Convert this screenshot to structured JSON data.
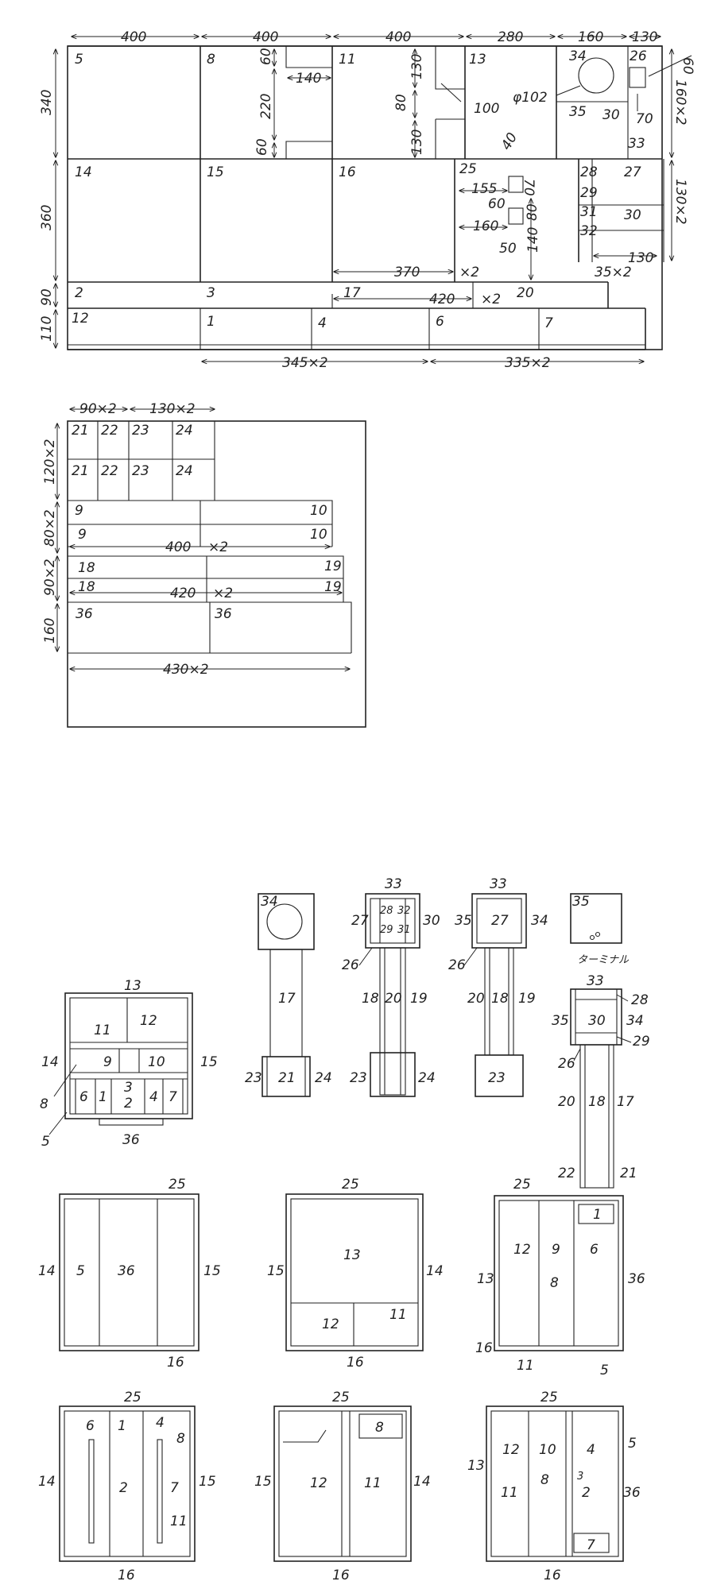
{
  "cut_sheet_1": {
    "top_dims": [
      "400",
      "400",
      "400",
      "280",
      "160",
      "130"
    ],
    "left_dims": [
      "340",
      "360",
      "90",
      "110"
    ],
    "right_dims": [
      "60",
      "160×2",
      "130×2"
    ],
    "bottom_dims": [
      "345×2",
      "335×2"
    ],
    "inner_dims": {
      "d60a": "60",
      "d220": "220",
      "d60b": "60",
      "d140": "140",
      "d130a": "130",
      "d80a": "80",
      "d130b": "130",
      "d100": "100",
      "phi102": "φ102",
      "d30": "30",
      "d70a": "70",
      "d40": "40",
      "d155": "155",
      "d70b": "70",
      "d60c": "60",
      "d160": "160",
      "d80b": "80",
      "d50": "50",
      "d140b": "140",
      "d130c": "130",
      "d35x2": "35×2",
      "d370": "370",
      "x2a": "×2",
      "d420": "420",
      "x2b": "×2"
    },
    "parts": [
      "5",
      "8",
      "11",
      "13",
      "34",
      "26",
      "35",
      "33",
      "14",
      "15",
      "16",
      "25",
      "28",
      "27",
      "29",
      "31",
      "30",
      "32",
      "2",
      "3",
      "17",
      "20",
      "12",
      "1",
      "4",
      "6",
      "7"
    ]
  },
  "cut_sheet_2": {
    "top_dims": [
      "90×2",
      "130×2"
    ],
    "left_dims": [
      "120×2",
      "80×2",
      "90×2",
      "160"
    ],
    "inner_dims": [
      "400",
      "×2",
      "420",
      "×2"
    ],
    "bottom_dim": "430×2",
    "parts": [
      "21",
      "22",
      "23",
      "24",
      "21",
      "22",
      "23",
      "24",
      "9",
      "10",
      "9",
      "10",
      "18",
      "19",
      "18",
      "19",
      "36",
      "36"
    ]
  },
  "assembly": {
    "top_front": [
      "13",
      "11",
      "12",
      "9",
      "10",
      "14",
      "15",
      "8",
      "6",
      "1",
      "3",
      "2",
      "4",
      "7",
      "5",
      "36"
    ],
    "column_a": [
      "34",
      "17",
      "23",
      "21",
      "24"
    ],
    "column_b": [
      "33",
      "27",
      "28",
      "32",
      "29",
      "31",
      "30",
      "26",
      "18",
      "20",
      "19",
      "23",
      "24"
    ],
    "column_c": [
      "33",
      "35",
      "27",
      "34",
      "26",
      "20",
      "18",
      "19",
      "23"
    ],
    "column_d": [
      "35",
      "ターミナル",
      "33",
      "28",
      "35",
      "30",
      "34",
      "26",
      "29",
      "20",
      "18",
      "17",
      "22",
      "21"
    ],
    "mid_left": [
      "25",
      "14",
      "5",
      "36",
      "15",
      "16"
    ],
    "mid_center": [
      "25",
      "13",
      "15",
      "14",
      "12",
      "11",
      "16"
    ],
    "mid_right": [
      "25",
      "12",
      "9",
      "1",
      "6",
      "8",
      "13",
      "36",
      "16",
      "11",
      "5"
    ],
    "bot_left": [
      "25",
      "6",
      "1",
      "4",
      "8",
      "14",
      "2",
      "7",
      "15",
      "11",
      "16"
    ],
    "bot_center": [
      "25",
      "8",
      "15",
      "12",
      "11",
      "14",
      "16"
    ],
    "bot_right": [
      "25",
      "12",
      "10",
      "4",
      "5",
      "13",
      "8",
      "3",
      "11",
      "2",
      "36",
      "7",
      "16"
    ]
  }
}
